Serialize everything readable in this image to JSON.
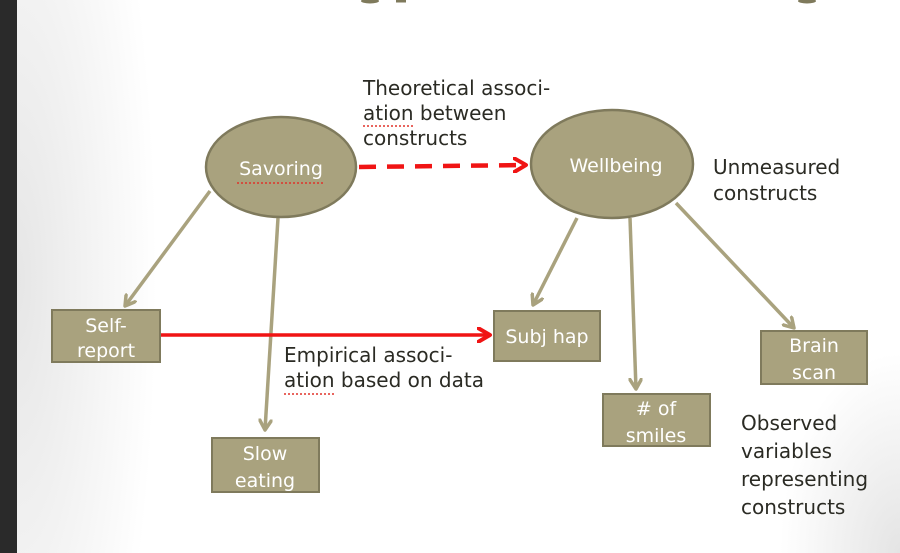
{
  "title_fragment": "g p g",
  "colors": {
    "node_fill": "#a9a27e",
    "node_stroke": "#7f7a5c",
    "edge": "#a9a27e",
    "association": "#f01414",
    "text": "#2b2b24"
  },
  "constructs": [
    {
      "id": "savoring",
      "label": "Savoring"
    },
    {
      "id": "wellbeing",
      "label": "Wellbeing"
    }
  ],
  "observed": [
    {
      "id": "self-report",
      "lines": [
        "Self-",
        "report"
      ]
    },
    {
      "id": "slow-eating",
      "lines": [
        "Slow",
        "eating"
      ]
    },
    {
      "id": "subj-hap",
      "lines": [
        "Subj hap"
      ]
    },
    {
      "id": "num-smiles",
      "lines": [
        "# of",
        "smiles"
      ]
    },
    {
      "id": "brain-scan",
      "lines": [
        "Brain",
        "scan"
      ]
    }
  ],
  "edges": [
    {
      "from": "savoring",
      "to": "self-report",
      "type": "measurement"
    },
    {
      "from": "savoring",
      "to": "slow-eating",
      "type": "measurement"
    },
    {
      "from": "wellbeing",
      "to": "subj-hap",
      "type": "measurement"
    },
    {
      "from": "wellbeing",
      "to": "num-smiles",
      "type": "measurement"
    },
    {
      "from": "wellbeing",
      "to": "brain-scan",
      "type": "measurement"
    },
    {
      "from": "savoring",
      "to": "wellbeing",
      "type": "theoretical",
      "style": "dashed"
    },
    {
      "from": "self-report",
      "to": "subj-hap",
      "type": "empirical",
      "style": "solid"
    }
  ],
  "annotations": {
    "theoretical": [
      "Theoretical associ-",
      "ation between",
      "constructs"
    ],
    "empirical": [
      "Empirical associ-",
      "ation based on data"
    ],
    "unmeasured": [
      "Unmeasured",
      "constructs"
    ],
    "observed": [
      "Observed",
      "variables",
      "representing",
      "constructs"
    ]
  }
}
